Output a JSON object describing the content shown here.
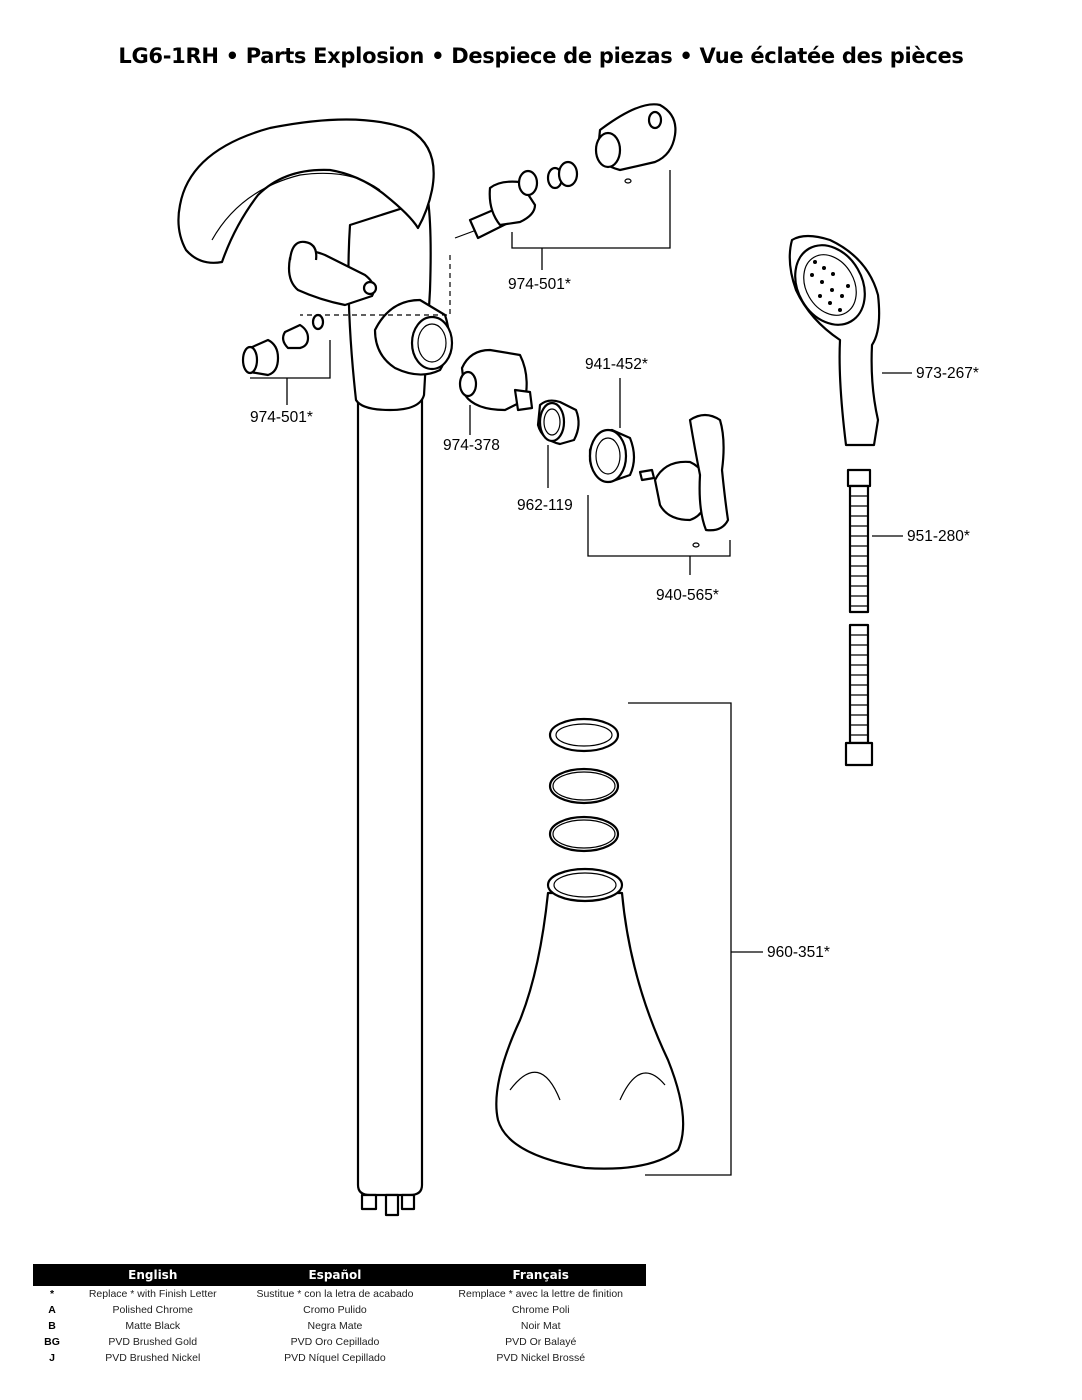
{
  "title": "LG6-1RH • Parts Explosion • Despiece de piezas • Vue éclatée des pièces",
  "parts": {
    "p1": "974-501*",
    "p2": "974-501*",
    "p3": "974-378",
    "p4": "962-119",
    "p5": "941-452*",
    "p6": "940-565*",
    "p7": "973-267*",
    "p8": "951-280*",
    "p9": "960-351*"
  },
  "legend": {
    "headers": [
      "English",
      "Español",
      "Français"
    ],
    "rows": [
      {
        "code": "*",
        "en": "Replace * with Finish Letter",
        "es": "Sustitue * con la letra de acabado",
        "fr": "Remplace * avec la lettre de finition"
      },
      {
        "code": "A",
        "en": "Polished Chrome",
        "es": "Cromo Pulido",
        "fr": "Chrome Poli"
      },
      {
        "code": "B",
        "en": "Matte Black",
        "es": "Negra Mate",
        "fr": "Noir Mat"
      },
      {
        "code": "BG",
        "en": "PVD Brushed Gold",
        "es": "PVD Oro Cepillado",
        "fr": "PVD Or Balayé"
      },
      {
        "code": "J",
        "en": "PVD Brushed Nickel",
        "es": "PVD Níquel Cepillado",
        "fr": "PVD Nickel Brossé"
      }
    ]
  }
}
